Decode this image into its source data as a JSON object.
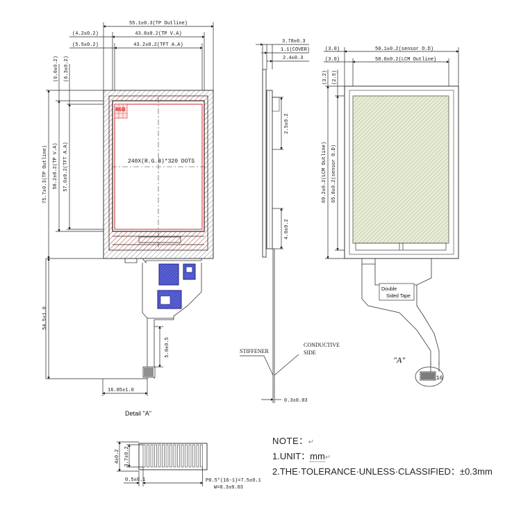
{
  "front_view": {
    "tp_outline_width": "55.1±0.3(TP Outline)",
    "tp_va_width": "43.8±0.2(TP V.A)",
    "tft_aa_width": "43.2±0.2(TFT A.A)",
    "left_offset_va": "(4.2±0.2)",
    "left_offset_aa": "(5.5±0.2)",
    "top_offset_va": "(6.0±0.2)",
    "top_offset_aa": "(6.3±0.2)",
    "tp_outline_height": "75.7±0.3(TP Outline)",
    "tp_va_height": "58.2±0.2(TP V.A)",
    "tft_aa_height": "57.6±0.2(TFT A.A)",
    "resolution": "240X(R.G.B)*320 DOTS",
    "rgb_label": "RGB",
    "fpc_length": "54.5±1.0",
    "fpc_tail_height": "5.0±0.5",
    "fpc_width": "16.05±1.0"
  },
  "side_view": {
    "total_thickness": "3.78±0.3",
    "cover_thickness": "1.1(COVER)",
    "module_thickness": "2.4±0.3",
    "upper_dim": "2.5±0.2",
    "lower_dim": "4.0±0.2",
    "stiffener_label": "STIFFENER",
    "conductive_label_line1": "CONDUCTIVE",
    "conductive_label_line2": "SIDE",
    "fpc_thickness": "0.3±0.03"
  },
  "back_view": {
    "sensor_od_width": "50.1±0.2(sensor O.D)",
    "lcm_outline_width": "50.0±0.2(LCM Outline)",
    "left_offset_1": "(3.0)",
    "left_offset_2": "(3.0)",
    "top_offset_1": "(3.2)",
    "top_offset_2": "(2.5)",
    "lcm_outline_height": "69.2±0.2(LCM Outline)",
    "sensor_od_height": "65.8±0.2(sensor O.D)",
    "tape_label_line1": "Double",
    "tape_label_line2": "Sided Tape",
    "detail_marker": "\"A\"",
    "connector_label": "16"
  },
  "detail_a": {
    "title": "Detail \"A\"",
    "height_outer": "4±0.2",
    "height_inner": "3.7±0.2",
    "edge_offset": "0.5±0.1",
    "pitch_line1": "P0.5*(16-1)=7.5±0.1",
    "pitch_line2": "W=0.3±0.03"
  },
  "notes": {
    "title": "NOTE：",
    "unit_prefix": "1.UNIT：",
    "unit_value": "mm",
    "tolerance": "2.THE·TOLERANCE·UNLESS·CLASSIFIED：±0.3mm"
  }
}
